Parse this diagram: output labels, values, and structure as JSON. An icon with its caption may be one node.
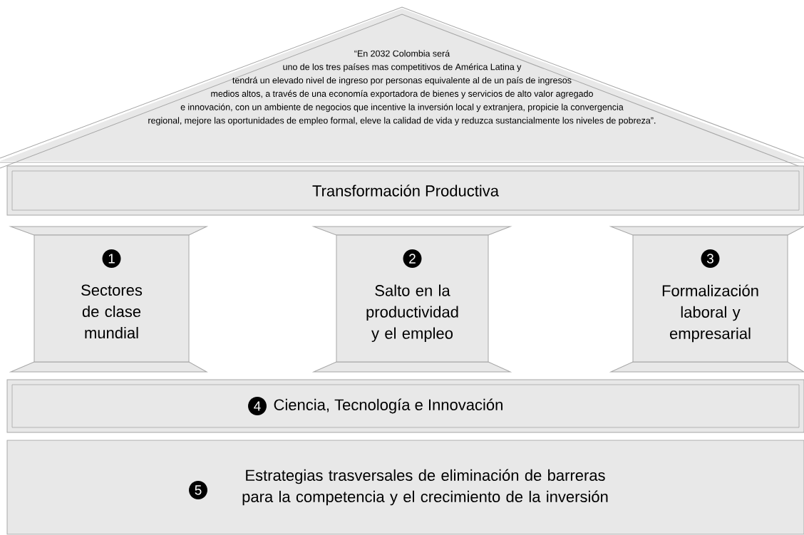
{
  "diagram": {
    "nodes": [
      {
        "text": [
          "“En 2032 Colombia será uno de los tres países mas competitivos de América Latina y tendrá un elevado nivel de ingreso por personas equivalente al de un país de ingresos medios altos, a través de una economía exportadora de bienes y servicios de alto valor agregado e innovación, con un ambiente de negocios que incentive la inversión local y extranjera, propicie la convergencia regional, mejore las oportunidades de empleo formal, eleve la calidad de vida y reduzca sustancialmente los niveles de pobreza”."
        ]
      },
      {
        "text": [
          "Transformación Productiva"
        ]
      },
      {
        "text": [
          "1",
          "Sectores de clase mundial"
        ]
      },
      {
        "text": [
          "2",
          "Salto en la productividad y el empleo"
        ]
      },
      {
        "text": [
          "3",
          "Formalización laboral y empresarial"
        ]
      },
      {
        "text": [
          "4",
          "Ciencia, Tecnología e Innovación"
        ]
      },
      {
        "text": [
          "5",
          "Estrategias trasversales de eliminación de barreras para la competencia y el crecimiento de la inversión"
        ]
      }
    ],
    "edges": []
  }
}
